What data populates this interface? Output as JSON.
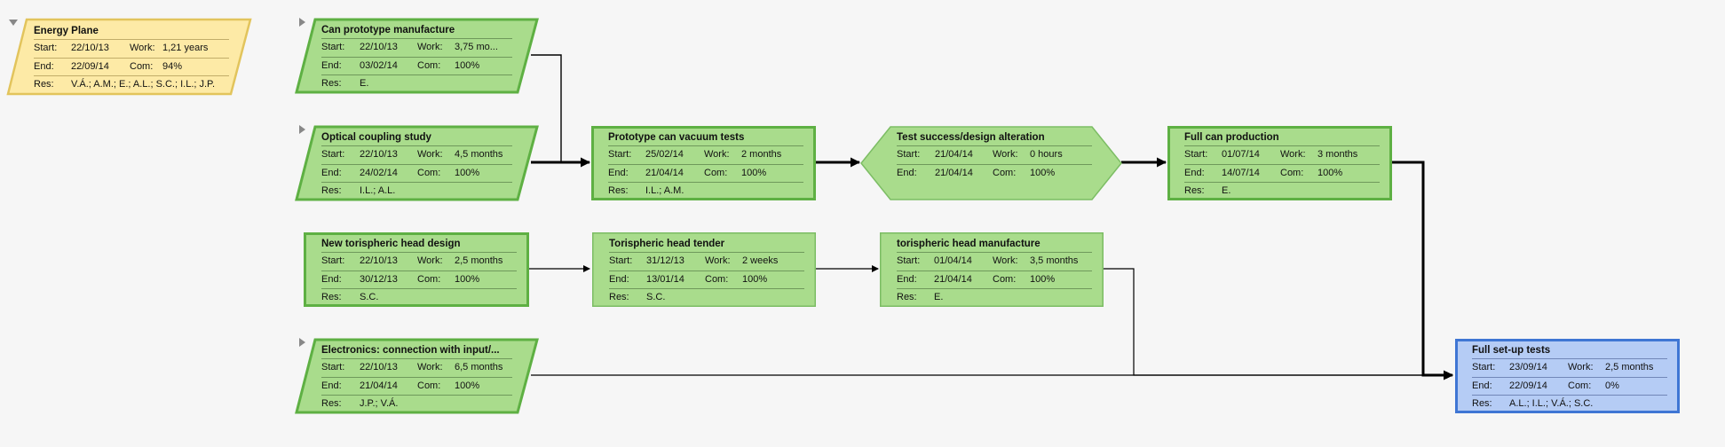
{
  "labels": {
    "start": "Start:",
    "end": "End:",
    "work": "Work:",
    "com": "Com:",
    "res": "Res:"
  },
  "summary": {
    "title": "Energy Plane",
    "start": "22/10/13",
    "end": "22/09/14",
    "work": "1,21 years",
    "com": "94%",
    "res": "V.Á.; A.M.; E.; A.L.; S.C.; I.L.; J.P."
  },
  "tasks": {
    "can_prototype": {
      "title": "Can prototype manufacture",
      "start": "22/10/13",
      "end": "03/02/14",
      "work": "3,75 mo...",
      "com": "100%",
      "res": "E."
    },
    "optical": {
      "title": "Optical coupling study",
      "start": "22/10/13",
      "end": "24/02/14",
      "work": "4,5 months",
      "com": "100%",
      "res": "I.L.; A.L."
    },
    "vacuum": {
      "title": "Prototype can vacuum tests",
      "start": "25/02/14",
      "end": "21/04/14",
      "work": "2 months",
      "com": "100%",
      "res": "I.L.; A.M."
    },
    "test_success": {
      "title": "Test success/design alteration",
      "start": "21/04/14",
      "end": "21/04/14",
      "work": "0 hours",
      "com": "100%"
    },
    "full_can": {
      "title": "Full can production",
      "start": "01/07/14",
      "end": "14/07/14",
      "work": "3 months",
      "com": "100%",
      "res": "E."
    },
    "new_head": {
      "title": "New torispheric head design",
      "start": "22/10/13",
      "end": "30/12/13",
      "work": "2,5 months",
      "com": "100%",
      "res": "S.C."
    },
    "tender": {
      "title": "Torispheric head tender",
      "start": "31/12/13",
      "end": "13/01/14",
      "work": "2 weeks",
      "com": "100%",
      "res": "S.C."
    },
    "head_manuf": {
      "title": "torispheric head manufacture",
      "start": "01/04/14",
      "end": "21/04/14",
      "work": "3,5 months",
      "com": "100%",
      "res": "E."
    },
    "electronics": {
      "title": "Electronics: connection with input/...",
      "start": "22/10/13",
      "end": "21/04/14",
      "work": "6,5 months",
      "com": "100%",
      "res": "J.P.; V.Á."
    },
    "setup_tests": {
      "title": "Full set-up tests",
      "start": "23/09/14",
      "end": "22/09/14",
      "work": "2,5 months",
      "com": "0%",
      "res": "A.L.; I.L.; V.Á.; S.C."
    }
  },
  "colors": {
    "green_fill": "#a9dc8c",
    "green_border": "#5eb043",
    "blue_fill": "#b5ccf5",
    "blue_border": "#3f76d4",
    "yellow_fill": "#fdeaa6",
    "yellow_border": "#e2c45c",
    "connector": "#000000"
  }
}
